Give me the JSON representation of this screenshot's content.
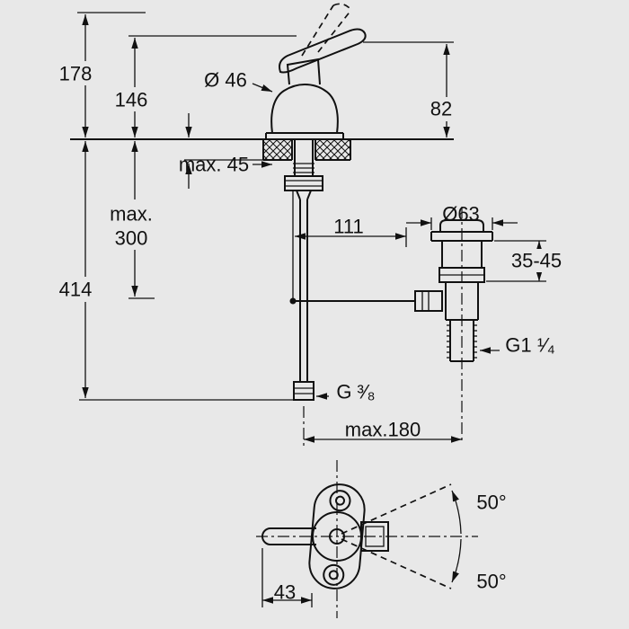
{
  "labels": {
    "total_height": "178",
    "body_height": "146",
    "spout_diameter": "Ø 46",
    "lever_height": "82",
    "deck_thickness": "max. 45",
    "hose_clearance_line1": "max.",
    "hose_clearance_line2": "300",
    "overall_depth": "414",
    "rod_offset": "111",
    "waste_flange_diameter": "Ø63",
    "waste_mount_range": "35-45",
    "waste_thread": "G1 ¹⁄₄",
    "hose_thread": "G ³⁄₈",
    "max_reach": "max.180",
    "swivel_angle_upper": "50°",
    "swivel_angle_lower": "50°",
    "lever_width": "43"
  },
  "colors": {
    "background": "#e8e8e8",
    "line": "#111111"
  }
}
